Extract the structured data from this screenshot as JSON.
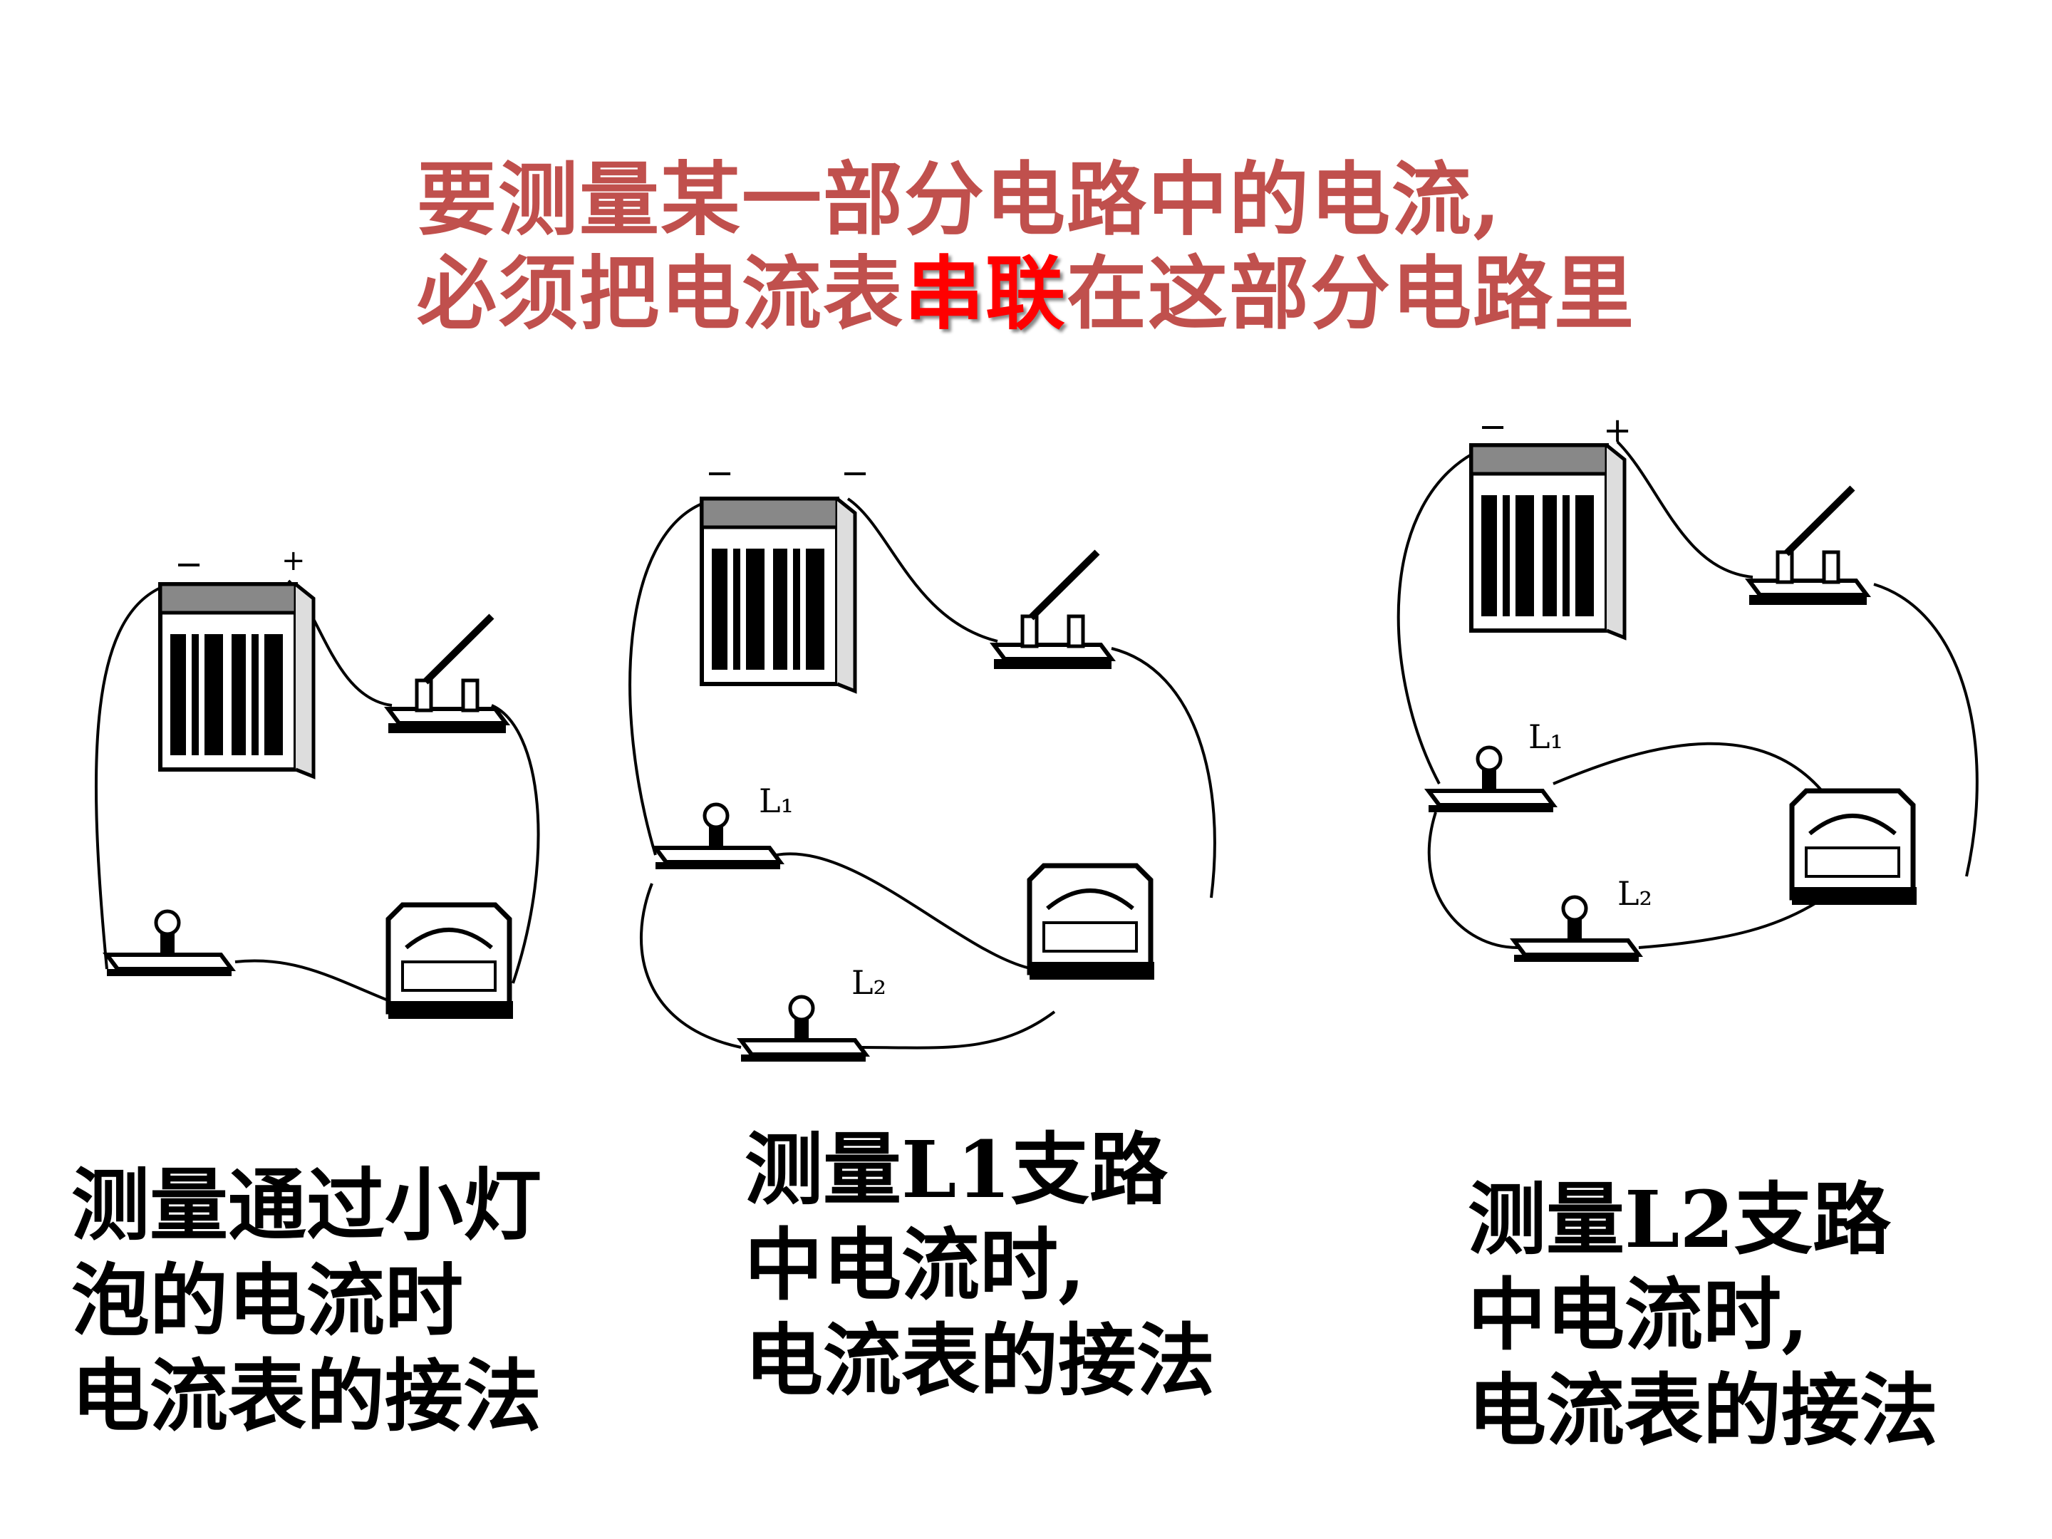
{
  "title": {
    "line1": "要测量某一部分电路中的电流,",
    "line2_pre": "必须把电流表",
    "line2_emph": "串联",
    "line2_post": "在这部分电路里",
    "color": "#c0504d",
    "emph_color": "#ff0000"
  },
  "circuits": [
    {
      "labels": {
        "battery_neg": "−",
        "battery_pos": "+"
      },
      "caption": [
        "测量通过小灯",
        "泡的电流时",
        "电流表的接法"
      ]
    },
    {
      "labels": {
        "battery_neg": "−",
        "battery_pos": "−",
        "lamp1": "L₁",
        "lamp2": "L₂"
      },
      "caption": [
        "测量L1支路",
        "中电流时,",
        "电流表的接法"
      ]
    },
    {
      "labels": {
        "battery_neg": "−",
        "battery_pos": "+",
        "lamp1": "L₁",
        "lamp2": "L₂"
      },
      "caption": [
        "测量L2支路",
        "中电流时,",
        "电流表的接法"
      ]
    }
  ]
}
